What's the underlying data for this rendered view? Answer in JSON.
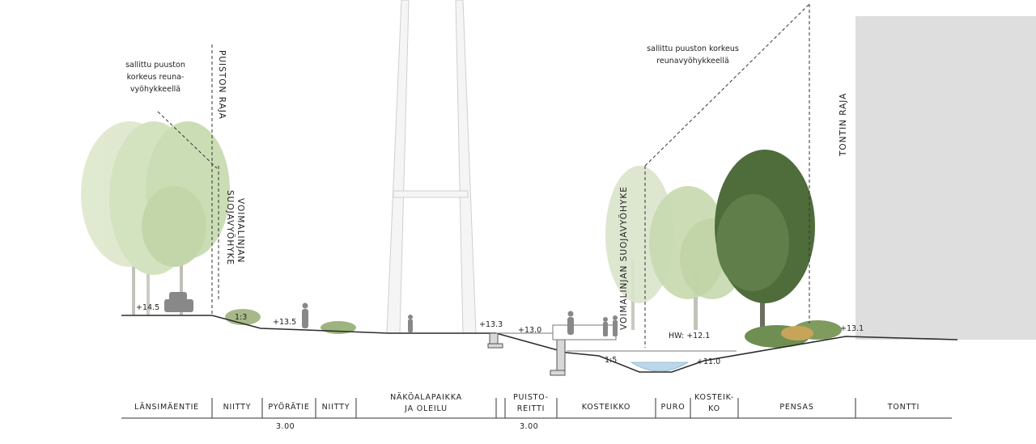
{
  "notes": {
    "left_tree_height": [
      "sallittu puuston",
      "korkeus reuna-",
      "vyöhykkeellä"
    ],
    "right_tree_height": [
      "sallittu puuston korkeus",
      "reunavyöhykkeellä"
    ]
  },
  "vertical_labels": {
    "park_boundary": "PUISTON RAJA",
    "power_line_zone_left": [
      "VOIMALINJAN",
      "SUOJAVYÖHYKE"
    ],
    "power_line_zone_right": "VOIMALINJAN SUOJAVYÖHYKE",
    "plot_boundary": "TONTIN RAJA"
  },
  "elevations": {
    "e145": "+14.5",
    "e135": "+13.5",
    "e133": "+13.3",
    "e130": "+13.0",
    "hw": "HW: +12.1",
    "e110": "+11.0",
    "e131": "+13.1"
  },
  "slopes": {
    "left": "1:3",
    "right": "1:5"
  },
  "zones": [
    {
      "label": "LÄNSIMÄENTIE"
    },
    {
      "label": "NIITTY"
    },
    {
      "label": "PYÖRÄTIE"
    },
    {
      "label": "NIITTY"
    },
    {
      "label": "NÄKÖALAPAIKKA\nJA OLEILU"
    },
    {
      "label": "PUISTO-\nREITTI"
    },
    {
      "label": "KOSTEIKKO"
    },
    {
      "label": "PURO"
    },
    {
      "label": "KOSTEIK-\nKO"
    },
    {
      "label": "PENSAS"
    },
    {
      "label": "TONTTI"
    }
  ],
  "dimensions": {
    "bike_path": "3.00",
    "park_path": "3.00"
  },
  "colors": {
    "building": "#dedede",
    "ground": "#2b2b2b",
    "tree_light": "#c9d9b0",
    "tree_mid": "#a9c48a",
    "tree_dark": "#4e6b3a",
    "water": "#bcd7ea",
    "pylon": "#f3f3f3"
  }
}
